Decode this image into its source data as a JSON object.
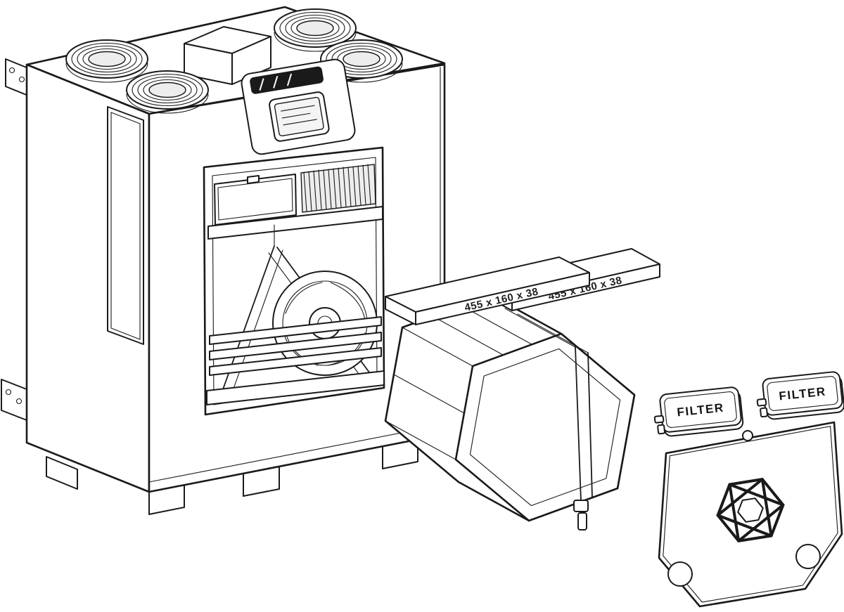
{
  "labels": {
    "filter_dim_left": "455 x 160 x 38",
    "filter_dim_right": "455 x 160 x 38",
    "filter_tab_left": "FILTER",
    "filter_tab_right": "FILTER"
  },
  "colors": {
    "line": "#1a1a1a",
    "background": "#ffffff",
    "label_text": "#1f1f1f"
  }
}
